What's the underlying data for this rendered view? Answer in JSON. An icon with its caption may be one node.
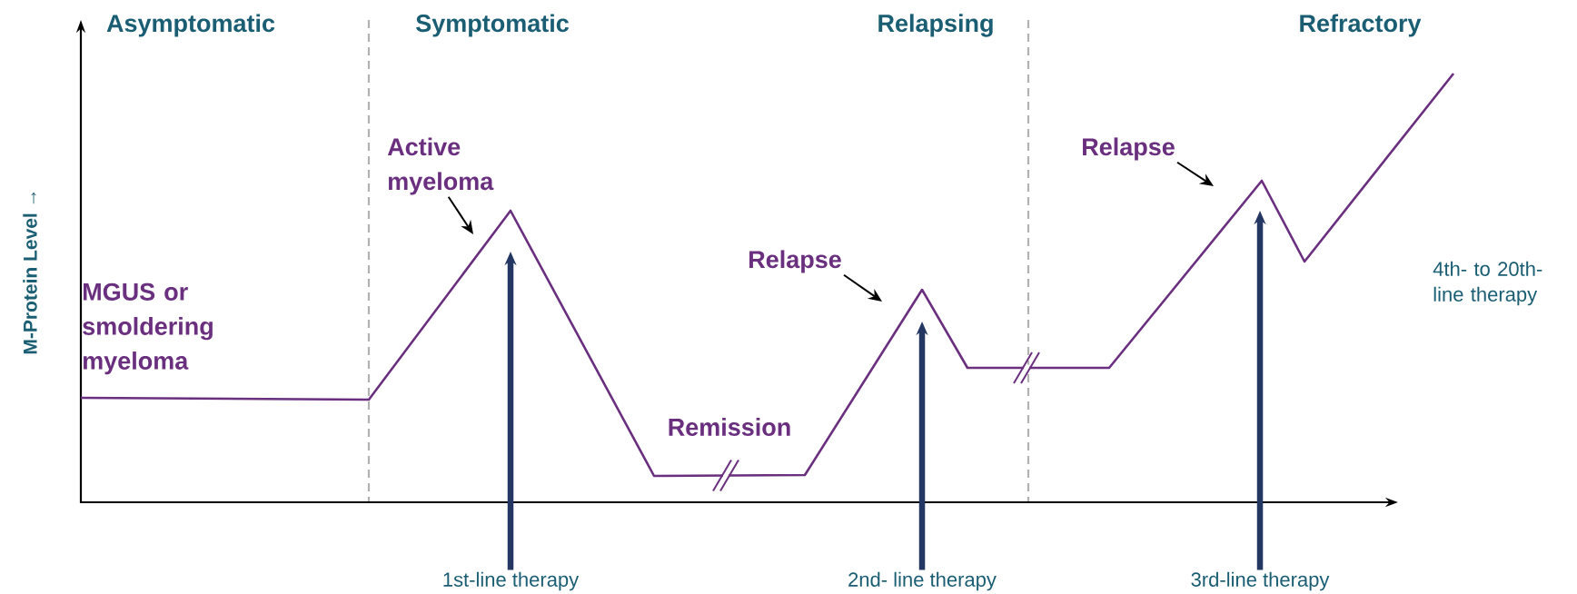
{
  "diagram": {
    "nodes": [
      {
        "text": [
          "Active myeloma"
        ]
      },
      {
        "text": [
          "Relapse"
        ]
      },
      {
        "text": [
          "Relapse"
        ]
      },
      {
        "text": [
          "1st-line therapy"
        ]
      },
      {
        "text": [
          "2nd- line therapy"
        ]
      },
      {
        "text": [
          "3rd-line therapy"
        ]
      }
    ],
    "edges": [
      {
        "from": 0,
        "to": null,
        "arrow": "to"
      },
      {
        "from": 1,
        "to": null,
        "arrow": "to"
      },
      {
        "from": 2,
        "to": null,
        "arrow": "to"
      },
      {
        "from": 3,
        "to": null,
        "arrow": "to",
        "style": "thick",
        "color": "#243763"
      },
      {
        "from": 4,
        "to": null,
        "arrow": "to",
        "style": "thick",
        "color": "#243763"
      },
      {
        "from": 5,
        "to": null,
        "arrow": "to",
        "style": "thick",
        "color": "#243763"
      }
    ],
    "labels": [
      "Asymptomatic",
      "Symptomatic",
      "Relapsing",
      "Refractory",
      "M-Protein Level →",
      "MGUS or smoldering myeloma",
      "Remission",
      "4th- to 20th- line therapy"
    ]
  }
}
